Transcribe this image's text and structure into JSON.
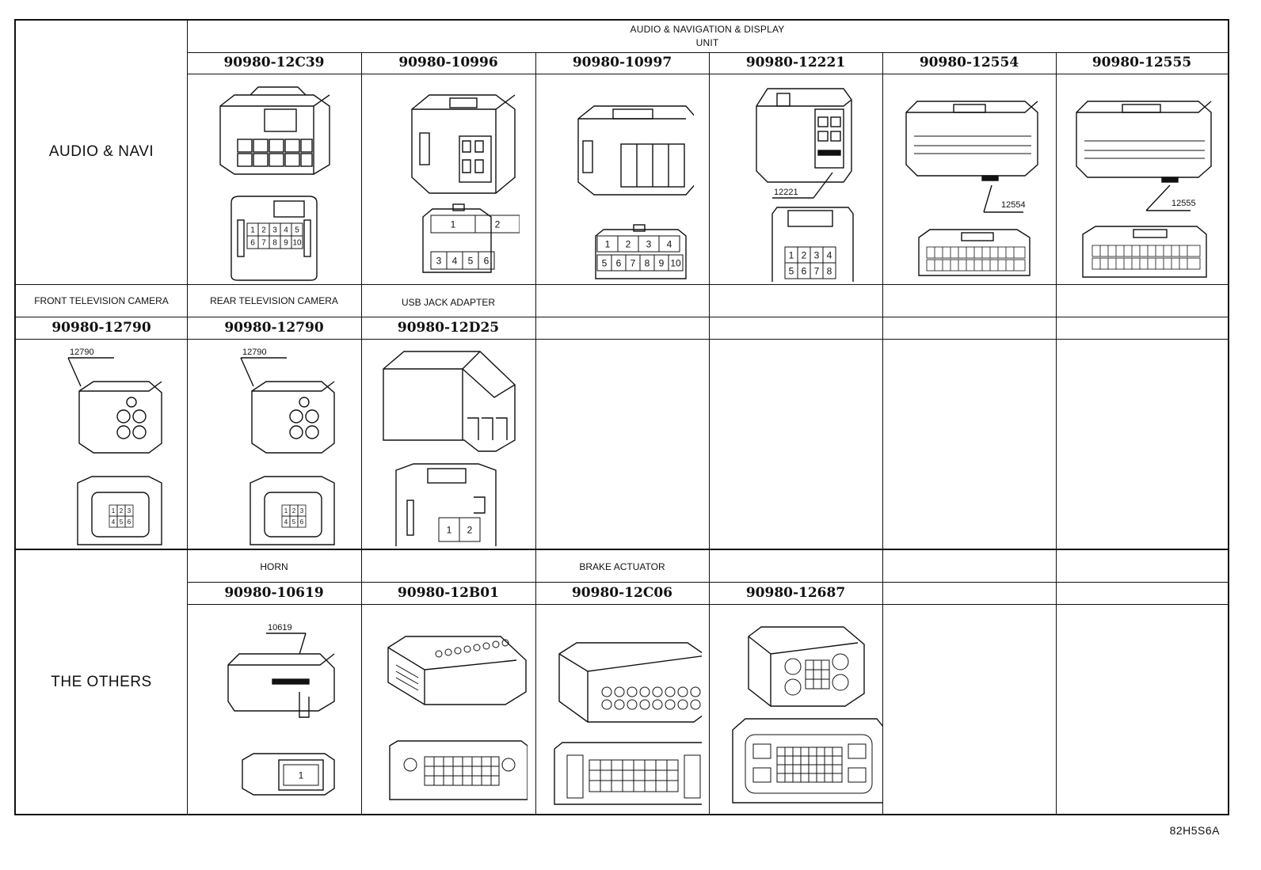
{
  "row_labels": {
    "audio_navi": "AUDIO & NAVI",
    "others": "THE OTHERS"
  },
  "audio_group": {
    "line1": "AUDIO & NAVIGATION & DISPLAY",
    "line2": "UNIT"
  },
  "audio_parts": [
    "90980-12C39",
    "90980-10996",
    "90980-10997",
    "90980-12221",
    "90980-12554",
    "90980-12555"
  ],
  "camera_row": {
    "titles": [
      "FRONT TELEVISION CAMERA",
      "REAR TELEVISION CAMERA",
      "USB JACK ADAPTER"
    ],
    "parts": [
      "90980-12790",
      "90980-12790",
      "90980-12D25"
    ]
  },
  "others_row": {
    "titles": [
      "HORN",
      "BRAKE ACTUATOR"
    ],
    "parts": [
      "90980-10619",
      "90980-12B01",
      "90980-12C06",
      "90980-12687"
    ]
  },
  "callouts": {
    "c12221": "12221",
    "c12554": "12554",
    "c12555": "12555",
    "c12790a": "12790",
    "c12790b": "12790",
    "c10619": "10619"
  },
  "pins": {
    "p12c39": [
      "1",
      "2",
      "3",
      "4",
      "5",
      "6",
      "7",
      "8",
      "9",
      "10"
    ],
    "p10996": [
      "1",
      "2",
      "3",
      "4",
      "5",
      "6"
    ],
    "p10997": [
      "1",
      "2",
      "3",
      "4",
      "5",
      "6",
      "7",
      "8",
      "9",
      "10"
    ],
    "p12221": [
      "1",
      "2",
      "3",
      "4",
      "5",
      "6",
      "7",
      "8"
    ],
    "p12790": [
      "1",
      "2",
      "3",
      "4",
      "5",
      "6"
    ],
    "p12d25": [
      "1",
      "2"
    ],
    "p10619": [
      "1"
    ]
  },
  "figure_id": "82H5S6A"
}
